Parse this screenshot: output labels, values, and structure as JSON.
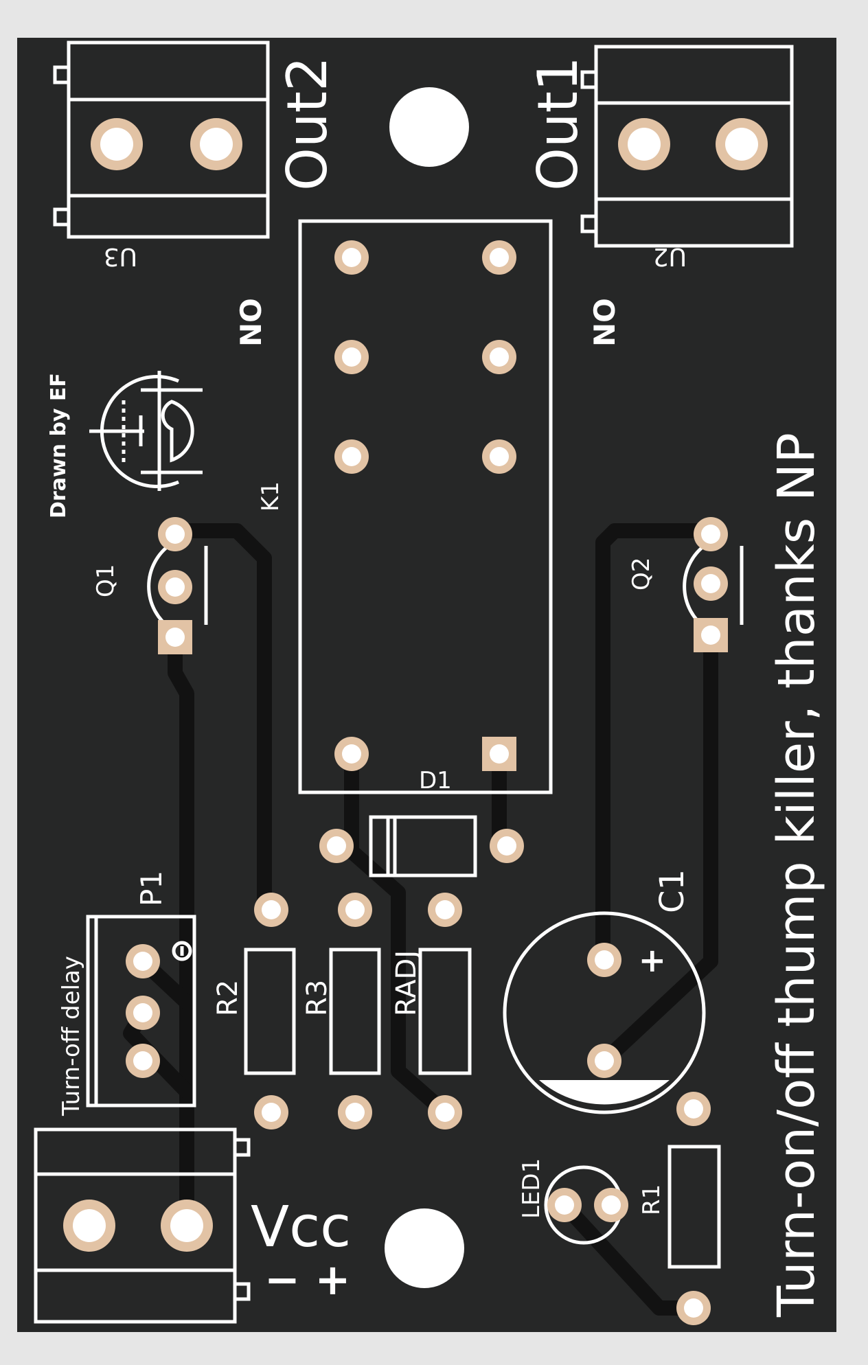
{
  "board": {
    "colors": {
      "page_bg": "#e6e6e6",
      "board_fill": "#262727",
      "silkscreen": "#ffffff",
      "pad_copper": "#e2c3a5",
      "trace": "#121212"
    }
  },
  "labels": {
    "out1": "Out1",
    "out2": "Out2",
    "u2": "U2",
    "u3": "U3",
    "no_left": "NO",
    "no_right": "NO",
    "drawn_by": "Drawn by EF",
    "k1": "K1",
    "q1": "Q1",
    "q2": "Q2",
    "d1": "D1",
    "c1": "C1",
    "c1_plus": "+",
    "p1": "P1",
    "turn_off_delay": "Turn-off delay",
    "r1": "R1",
    "r2": "R2",
    "r3": "R3",
    "radj": "RADJ",
    "led1": "LED1",
    "vcc": "Vcc",
    "vcc_polarity": "− +",
    "title": "Turn-on/off thump killer, thanks NP"
  },
  "icons": [
    "vacuum-tube-logo-icon",
    "potentiometer-arrow-icon"
  ]
}
